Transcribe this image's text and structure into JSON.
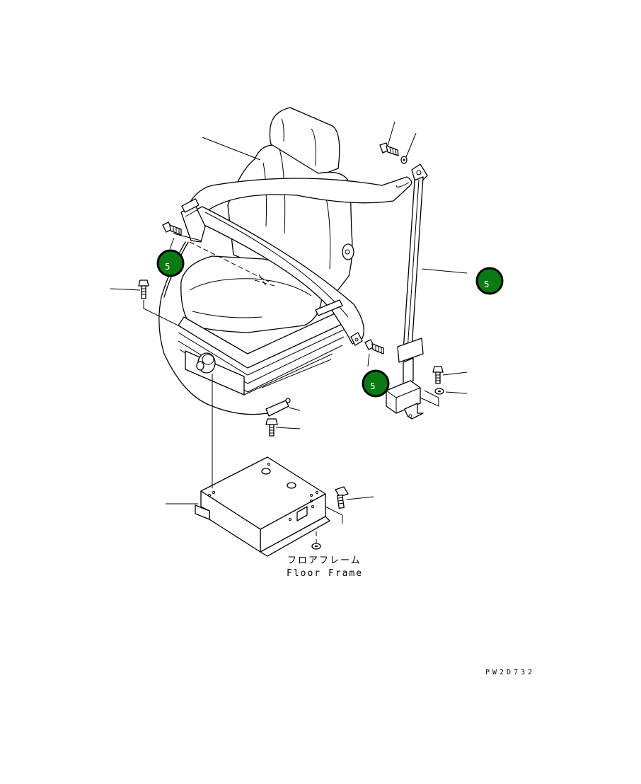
{
  "labels": {
    "floor_frame_jp": "フロアフレーム",
    "floor_frame_en": "Floor Frame",
    "drawing_code": "PW2D732"
  },
  "callouts": [
    {
      "number": "5"
    },
    {
      "number": "5"
    },
    {
      "number": "5"
    }
  ],
  "colors": {
    "callout_fill": "#0a7a12",
    "line": "#000000",
    "background": "#ffffff"
  }
}
